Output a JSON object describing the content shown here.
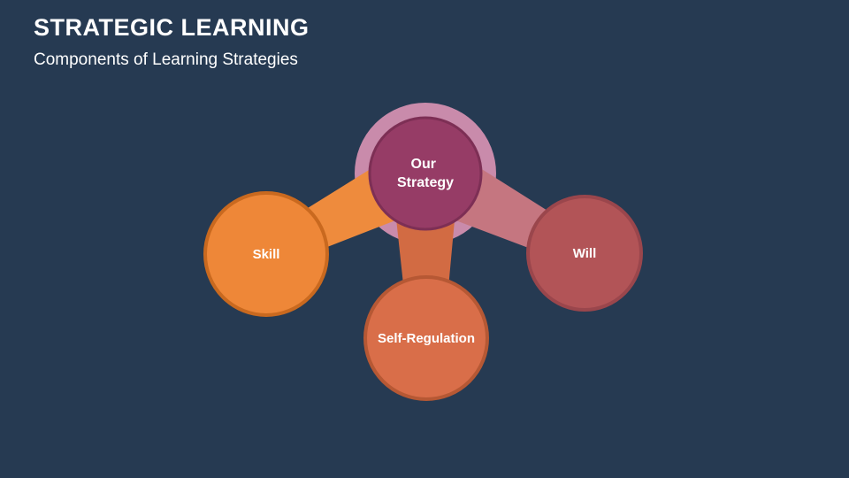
{
  "slide": {
    "title": "STRATEGIC LEARNING",
    "subtitle": "Components of Learning Strategies",
    "background_color": "#263A52",
    "text_color": "#FFFFFF"
  },
  "diagram": {
    "center": {
      "label": "Our Strategy",
      "lines": [
        "Our",
        "Strategy"
      ],
      "fill": "#963C66",
      "border": "#7D2F55",
      "ring": "#C98BAB"
    },
    "nodes": [
      {
        "id": "skill",
        "label": "Skill",
        "fill": "#EE8738",
        "border": "#C9691F",
        "connector": "#EE8B3D"
      },
      {
        "id": "self-regulation",
        "label": "Self-Regulation",
        "fill": "#D96E49",
        "border": "#B65834",
        "connector": "#D26B43"
      },
      {
        "id": "will",
        "label": "Will",
        "fill": "#B25457",
        "border": "#9A464C",
        "connector": "#C57680"
      }
    ]
  }
}
